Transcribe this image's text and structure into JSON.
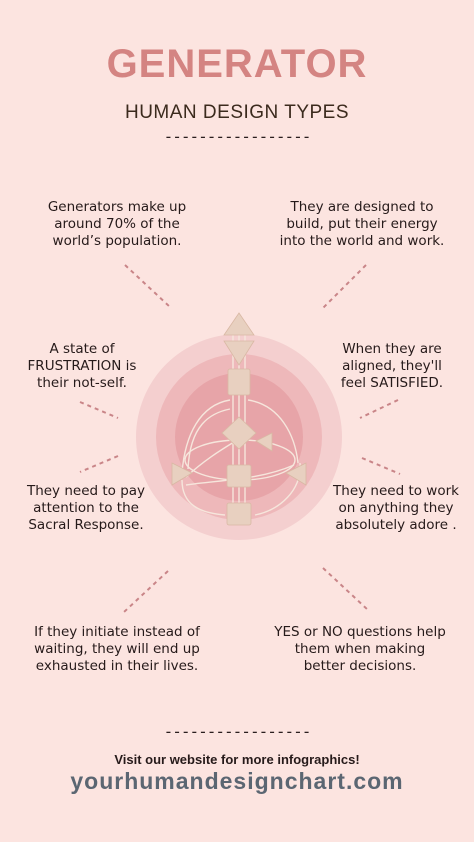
{
  "header": {
    "title": "GENERATOR",
    "subtitle": "HUMAN DESIGN TYPES",
    "divider": "-----------------"
  },
  "facts": [
    {
      "id": "population",
      "text": "Generators make up\naround 70% of the\nworld’s population."
    },
    {
      "id": "designed",
      "text": "They are designed to\nbuild, put their energy\ninto the world and work."
    },
    {
      "id": "not-self",
      "text": "A state of\nFRUSTRATION is\ntheir not-self."
    },
    {
      "id": "aligned",
      "text": "When they are\naligned, they'll\nfeel SATISFIED."
    },
    {
      "id": "sacral",
      "text": "They need to pay\nattention to the\nSacral Response."
    },
    {
      "id": "adore",
      "text": "They need to work\non anything they\nabsolutely adore ."
    },
    {
      "id": "initiate",
      "text": "If they initiate instead of\nwaiting, they will end up\nexhausted in their lives."
    },
    {
      "id": "questions",
      "text": "YES or NO questions help\nthem when making\nbetter decisions."
    }
  ],
  "footer": {
    "divider": "-----------------",
    "cta": "Visit our website for more infographics!",
    "website": "yourhumandesignchart.com"
  },
  "colors": {
    "background": "#fce4e0",
    "title": "#d48482",
    "subtitle": "#3b2a1d",
    "website": "#5b6672",
    "connector": "#c98588",
    "circle_outer": "#f4cfcf",
    "circle_mid": "#eeb8ba",
    "circle_inner": "#e7a4a8",
    "centers": "#e8d0c0"
  }
}
